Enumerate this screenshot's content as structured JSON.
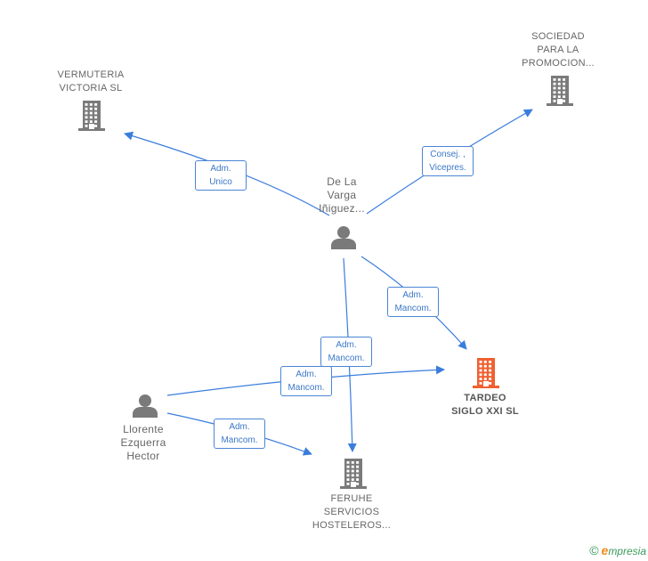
{
  "colors": {
    "edge": "#3b7ddd",
    "node_default": "#7a7a7a",
    "node_focus": "#f06030",
    "badge_border": "#4a86d4",
    "badge_text": "#3b78c8"
  },
  "nodes": {
    "vermuteria": {
      "label": "VERMUTERIA\nVICTORIA  SL",
      "type": "company",
      "icon": "building-icon"
    },
    "sociedad": {
      "label": "SOCIEDAD\nPARA LA\nPROMOCION...",
      "type": "company",
      "icon": "building-icon"
    },
    "delavarga": {
      "label": "De La\nVarga\nIñiguez...",
      "type": "person",
      "icon": "person-icon"
    },
    "tardeo": {
      "label": "TARDEO\nSIGLO XXI  SL",
      "type": "company",
      "icon": "building-icon",
      "focus": true
    },
    "llorente": {
      "label": "Llorente\nEzquerra\nHector",
      "type": "person",
      "icon": "person-icon"
    },
    "feruhe": {
      "label": "FERUHE\nSERVICIOS\nHOSTELEROS...",
      "type": "company",
      "icon": "building-icon"
    }
  },
  "edges": [
    {
      "from": "delavarga",
      "to": "vermuteria",
      "label": "Adm.\nUnico"
    },
    {
      "from": "delavarga",
      "to": "sociedad",
      "label": "Consej. ,\nVicepres."
    },
    {
      "from": "delavarga",
      "to": "tardeo",
      "label": "Adm.\nMancom."
    },
    {
      "from": "delavarga",
      "to": "feruhe",
      "label": "Adm.\nMancom."
    },
    {
      "from": "llorente",
      "to": "tardeo",
      "label": "Adm.\nMancom."
    },
    {
      "from": "llorente",
      "to": "feruhe",
      "label": "Adm.\nMancom."
    }
  ],
  "brand": {
    "copyright": "©",
    "logo_e": "e",
    "logo_rest": "mpresia"
  }
}
